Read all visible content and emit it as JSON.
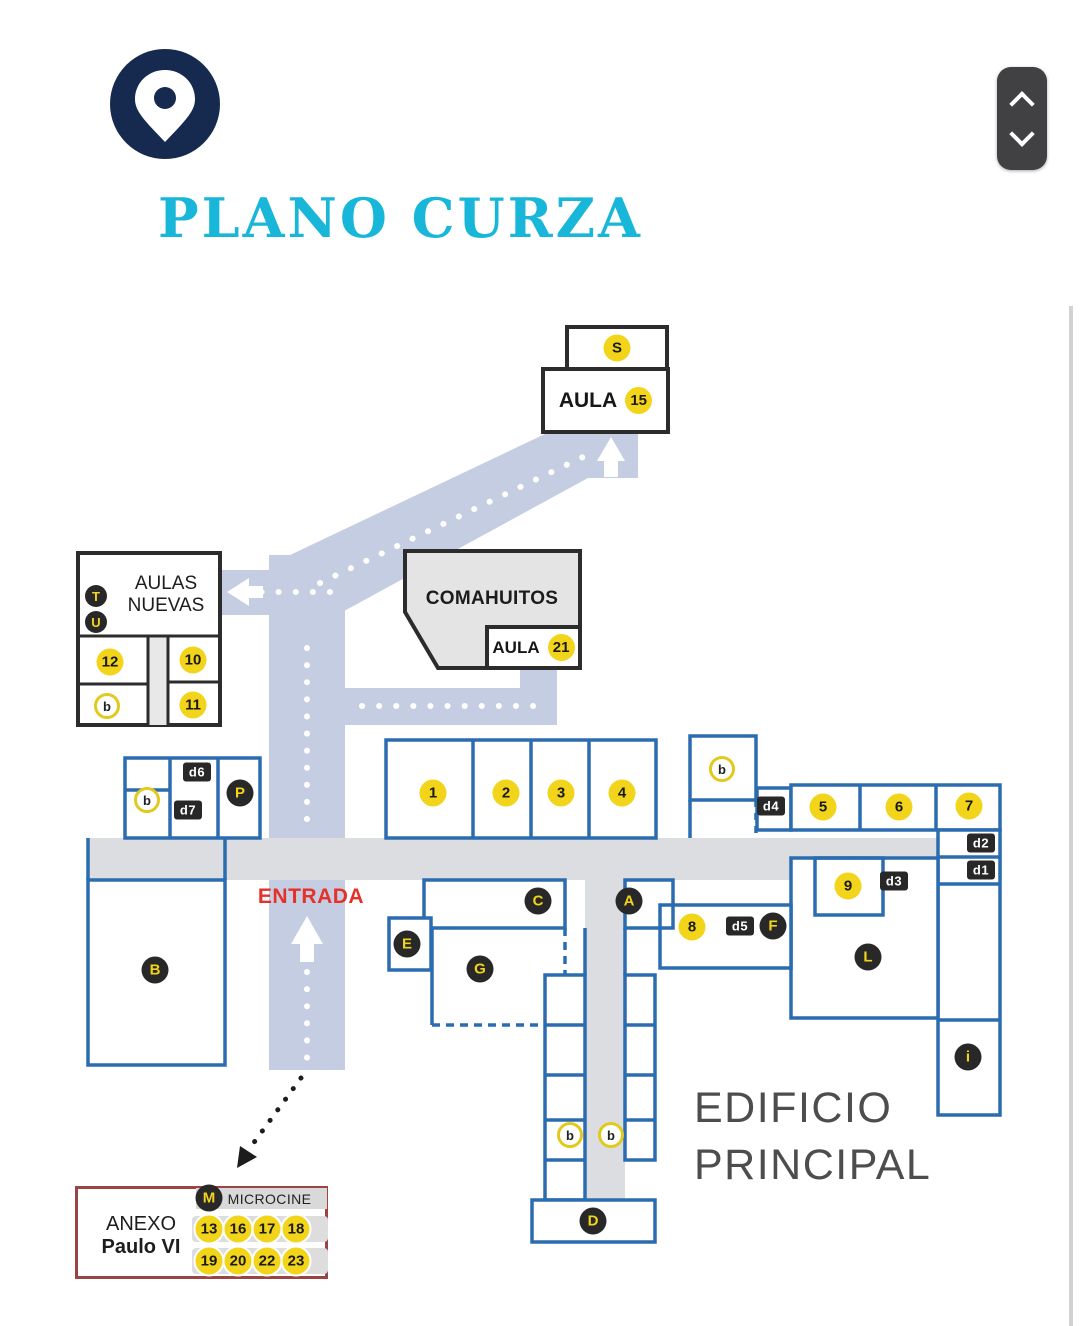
{
  "header": {
    "title": "PLANO CURZA"
  },
  "icons": {
    "logo": "location-pin-icon",
    "scroll_up": "scroll-up-icon",
    "scroll_down": "scroll-down-icon"
  },
  "colors": {
    "title": "#18b7da",
    "pin": "#152a4e",
    "marker_yellow": "#f2d41b",
    "marker_dark": "#282828",
    "blue_wall": "#2b6cb0",
    "dark_wall": "#2c2c2c",
    "corridor_blue": "#c4cde1",
    "corridor_gray": "#dcdde1",
    "entrada_red": "#e63129",
    "anexo_border": "#9a4444"
  },
  "map": {
    "labels": {
      "aula": "AULA",
      "aulas_nuevas_1": "AULAS",
      "aulas_nuevas_2": "NUEVAS",
      "comahuitos": "COMAHUITOS",
      "entrada": "ENTRADA",
      "edificio_1": "EDIFICIO",
      "edificio_2": "PRINCIPAL",
      "anexo_1": "ANEXO",
      "anexo_2": "Paulo VI",
      "microcine": "MICROCINE"
    },
    "yellow": [
      "S",
      "15",
      "21",
      "12",
      "10",
      "11",
      "1",
      "2",
      "3",
      "4",
      "5",
      "6",
      "7",
      "8",
      "9"
    ],
    "dark": [
      "T",
      "U",
      "P",
      "B",
      "C",
      "E",
      "G",
      "A",
      "F",
      "L",
      "i",
      "D",
      "M"
    ],
    "d": [
      "d1",
      "d2",
      "d3",
      "d4",
      "d5",
      "d6",
      "d7"
    ],
    "b_label": "b",
    "anexo_numbers": [
      "13",
      "16",
      "17",
      "18",
      "19",
      "20",
      "22",
      "23"
    ]
  }
}
